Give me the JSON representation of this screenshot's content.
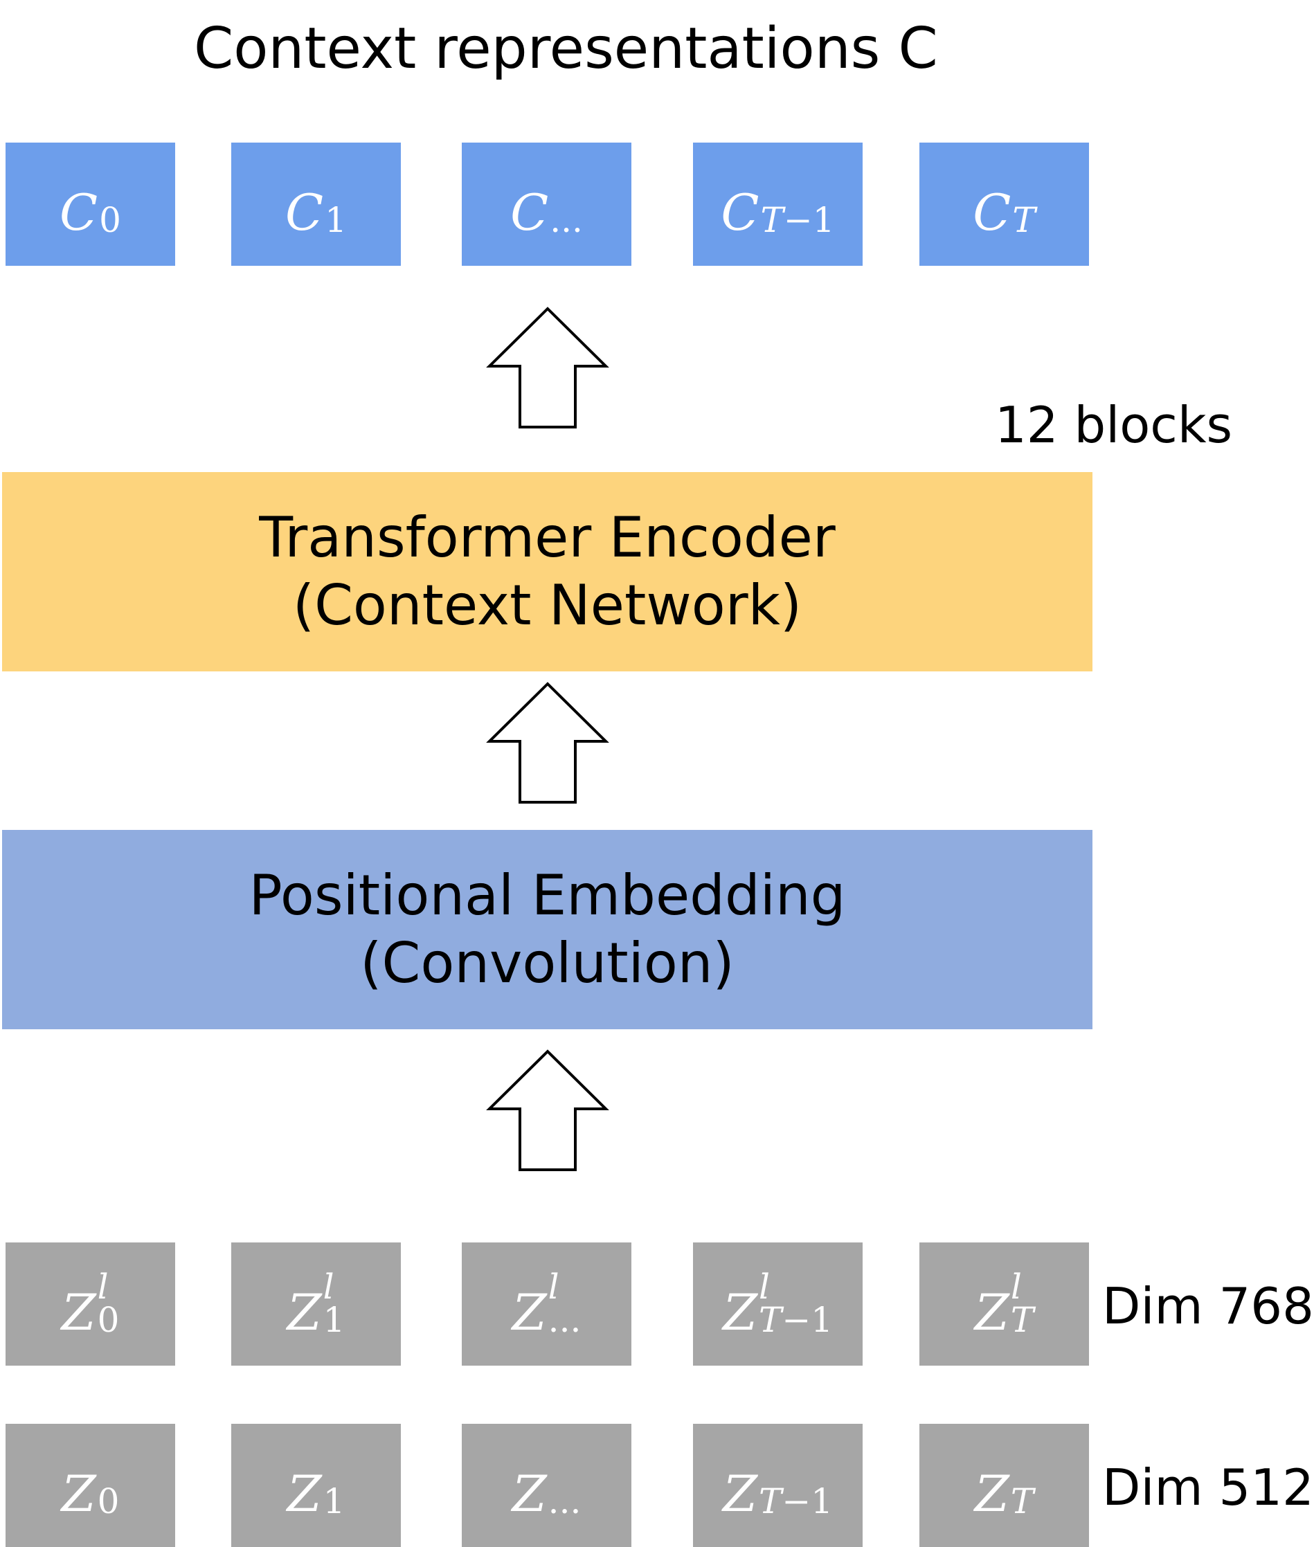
{
  "title": "Context representations C",
  "context_cells": [
    {
      "base": "C",
      "sub": "0"
    },
    {
      "base": "C",
      "sub": "1"
    },
    {
      "base": "C",
      "sub": "..."
    },
    {
      "base": "C",
      "sub_italic": "T",
      "sub": "−1"
    },
    {
      "base": "C",
      "sub_italic": "T",
      "sub": ""
    }
  ],
  "blocks_label": "12 blocks",
  "encoder": {
    "line1": "Transformer Encoder",
    "line2": "(Context Network)"
  },
  "positional": {
    "line1": "Positional Embedding",
    "line2": "(Convolution)"
  },
  "zl_cells": [
    {
      "base": "Z",
      "sup": "l",
      "sub": "0"
    },
    {
      "base": "Z",
      "sup": "l",
      "sub": "1"
    },
    {
      "base": "Z",
      "sup": "l",
      "sub": "..."
    },
    {
      "base": "Z",
      "sup": "l",
      "sub_italic": "T",
      "sub": "−1"
    },
    {
      "base": "Z",
      "sup": "l",
      "sub_italic": "T",
      "sub": ""
    }
  ],
  "zl_label": "Dim 768",
  "z_cells": [
    {
      "base": "Z",
      "sub": "0"
    },
    {
      "base": "Z",
      "sub": "1"
    },
    {
      "base": "Z",
      "sub": "..."
    },
    {
      "base": "Z",
      "sub_italic": "T",
      "sub": "−1"
    },
    {
      "base": "Z",
      "sub_italic": "T",
      "sub": ""
    }
  ],
  "z_label": "Dim 512",
  "colors": {
    "context_cell": "#6d9eeb",
    "encoder": "#fdd47d",
    "positional": "#90acdf",
    "feature_cell": "#a6a6a6"
  }
}
